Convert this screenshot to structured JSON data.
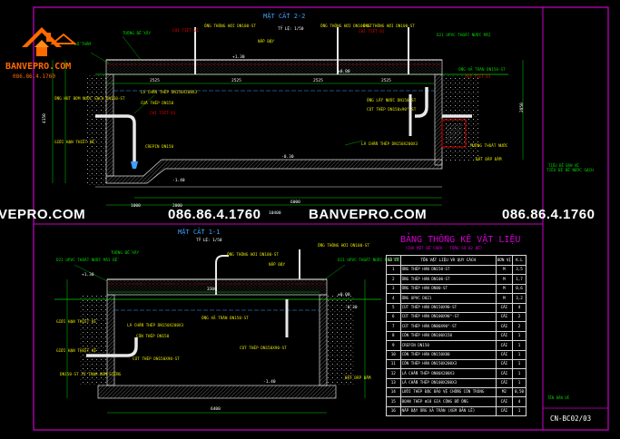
{
  "top_section": {
    "title": "MẶT CẮT 2-2",
    "scale": "TỶ LỆ: 1/50",
    "labels": [
      "ỐNG THÔNG HƠI DN100-ST",
      "ỐNG THÔNG HƠI DN100-ST",
      "ỐNG THÔNG HƠI DN100-ST",
      "CHI TIẾT 01",
      "CHI TIẾT 01",
      "CHI TIẾT 01",
      "NẮP ĐẬY",
      "TƯỜNG BỂ XÂY",
      "D21 UPVC THOÁT NƯỚC MÁI",
      "LỖ THĂM",
      "ỐNG XẢ TRÀN DN150-ST",
      "CHI TIẾT 01",
      "LÁ CHẮN THÉP DN150X200X3",
      "ỐNG HÚT BƠM NƯỚC SẠCH DN150-ST",
      "CỬA THÉP DN150",
      "CHI TIẾT 01",
      "GIỚI HẠN THIẾT KẾ",
      "CREPIN DN150",
      "ỐNG LẤY NƯỚC DN150-ST",
      "CÚT THÉP DN150x90°-ST",
      "LÁ CHẮN THÉP DN150X200X3",
      "MƯƠNG THOÁT NƯỚC",
      "ĐẤT ĐẮP ĐẦM",
      "TIÊU ĐỀ BỂ NƯỚC SẠCH"
    ],
    "dims": [
      "2525",
      "2525",
      "2525",
      "2525",
      "1000",
      "2000",
      "10400",
      "6000",
      "4150",
      "2850",
      "-1.40",
      "+1.30",
      "±0.00",
      "-0.30"
    ]
  },
  "watermarks": {
    "left": "VEPRO.COM",
    "phone1": "086.86.4.1760",
    "center": "BANVEPRO.COM",
    "phone2": "086.86.4.1760"
  },
  "bottom_section": {
    "title": "MẶT CẮT 1-1",
    "scale": "TỶ LỆ: 1/50",
    "labels": [
      "ỐNG THÔNG HƠI DN100-ST",
      "ỐNG THÔNG HƠI DN100-ST",
      "D21 UPVC THOÁT NƯỚC MÁI ĐỂ",
      "TƯỜNG BỂ XÂY",
      "D21 UPVC THOÁT NƯỚC MÁI ĐỂ",
      "NẮP ĐẬY",
      "LÁ CHẮN THÉP DN150X200X3",
      "GIỚI HẠN THIẾT KẾ",
      "CÔN THÉP DN150",
      "CÚT THÉP DN150X90-ST",
      "ỐNG XẢ TRÀN DN150-ST",
      "CÚT THÉP DN150X90-ST",
      "DN150-ST TỪ TRẠM BƠM GIẾNG",
      "GIỚI HẠN THIẾT KẾ",
      "ĐẤT ĐẮP ĐẦM"
    ],
    "dims": [
      "3300",
      "6400",
      "-1.40",
      "+1.30",
      "±0.00",
      "-0.30"
    ]
  },
  "table": {
    "title": "BẢNG THỐNG KÊ VẬT LIỆU",
    "subtitle": "(CHO MỘT BỂ CHỨA - TỔNG SỐ 02 BỂ)",
    "headers": [
      "SỐ TT",
      "TÊN VẬT LIỆU VÀ QUY CÁCH",
      "ĐƠN VỊ",
      "K.L"
    ],
    "rows": [
      [
        "1",
        "ỐNG THÉP HÀN DN150-ST",
        "M",
        "3,5"
      ],
      [
        "2",
        "ỐNG THÉP HÀN DN100-ST",
        "M",
        "1,7"
      ],
      [
        "3",
        "ỐNG THÉP HÀN DN80-ST",
        "M",
        "0,6"
      ],
      [
        "4",
        "ỐNG UPVC D021",
        "M",
        "3,2"
      ],
      [
        "5",
        "CÚT THÉP HÀN DN150X90-ST",
        "CÁI",
        "4"
      ],
      [
        "6",
        "CÚT THÉP HÀN DN100X90°-ST",
        "CÁI",
        "2"
      ],
      [
        "7",
        "CÚT THÉP HÀN DN80X90°-ST",
        "CÁI",
        "2"
      ],
      [
        "8",
        "CÔN THÉP HÀN DN100X150",
        "CÁI",
        "1"
      ],
      [
        "9",
        "CREPIN DN150",
        "CÁI",
        "1"
      ],
      [
        "10",
        "CÔN THÉP HÀN DN150X80",
        "CÁI",
        "1"
      ],
      [
        "11",
        "CÔN THÉP HÀN DN150X200X3",
        "CÁI",
        "1"
      ],
      [
        "12",
        "LÁ CHẮN THÉP DN80X200X3",
        "CÁI",
        "1"
      ],
      [
        "13",
        "LÁ CHẮN THÉP DN100X200X3",
        "CÁI",
        "1"
      ],
      [
        "14",
        "LƯỚI THÉP ĐẶC BẢO VỆ CHỐNG CÔN TRÙNG",
        "M2",
        "0,50"
      ],
      [
        "15",
        "BOAN THÉP Φ18 GIA CÔNG ĐỠ ỐNG",
        "CÁI",
        "4"
      ],
      [
        "16",
        "NẮP ĐẬY ỐNG XẢ TRÀN (XEM BẢN LỀ)",
        "CÁI",
        "1"
      ]
    ]
  },
  "sheet": {
    "code": "CN-BC02/03",
    "notes_top": "TIÊU ĐỀ BẢN VẼ",
    "notes_bottom": "TÊN BẢN VẼ"
  },
  "logo": {
    "brand": "BANVEPRO.COM",
    "phone": "086.86.4.1760"
  },
  "colors": {
    "frame": "#cc00cc",
    "green": "#00d000",
    "yellow": "#e0e000",
    "red": "#e00000",
    "orange": "#ff7a00",
    "white": "#ffffff"
  }
}
